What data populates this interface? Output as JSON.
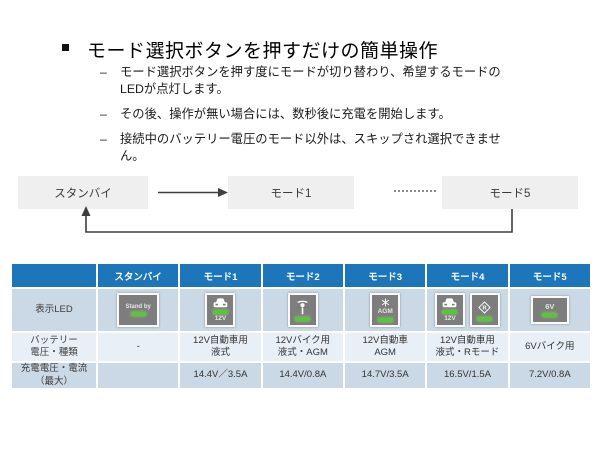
{
  "slide": {
    "title": "モード選択ボタンを押すだけの簡単操作",
    "bullet_marker": "–",
    "bullets": [
      "モード選択ボタンを押す度にモードが切り替わり、希望するモードのLEDが点灯します。",
      "その後、操作が無い場合には、数秒後に充電を開始します。",
      "接続中のバッテリー電圧のモード以外は、スキップされ選択できません。"
    ]
  },
  "flow": {
    "boxes": [
      "スタンバイ",
      "モード1",
      "モード5"
    ]
  },
  "table": {
    "headers": [
      "",
      "スタンバイ",
      "モード1",
      "モード2",
      "モード3",
      "モード4",
      "モード5"
    ],
    "row_labels": [
      "表示LED",
      "バッテリー\n電圧・種類",
      "充電電圧・電流\n（最大）"
    ],
    "led_row": {
      "standby": {
        "text": "Stand by"
      },
      "mode1": {
        "icon": "car-icon",
        "label": "12V"
      },
      "mode2": {
        "icon": "motorcycle-icon"
      },
      "mode3": {
        "icon": "snowflake-icon",
        "label": "AGM"
      },
      "mode4": [
        {
          "icon": "car-icon",
          "label": "12V"
        },
        {
          "icon": "r-diamond-icon",
          "label": "R"
        }
      ],
      "mode5": {
        "label": "6V"
      }
    },
    "battery_row": [
      "-",
      "12V自動車用\n液式",
      "12Vバイク用\n液式・AGM",
      "12V自動車\nAGM",
      "12V自動車用\n液式・Rモード",
      "6Vバイク用"
    ],
    "charge_row": [
      "",
      "14.4V／3.5A",
      "14.4V/0.8A",
      "14.7V/3.5A",
      "16.5V/1.5A",
      "7.2V/0.8A"
    ]
  },
  "colors": {
    "header_bg": "#1d76b9",
    "band_dark": "#cbd8e5",
    "band_light": "#e9eff6",
    "led_tile_bg": "#7d7d7d",
    "led_green": "#5bc43c",
    "flow_box_bg": "#efefef",
    "line": "#3f3f3f"
  }
}
